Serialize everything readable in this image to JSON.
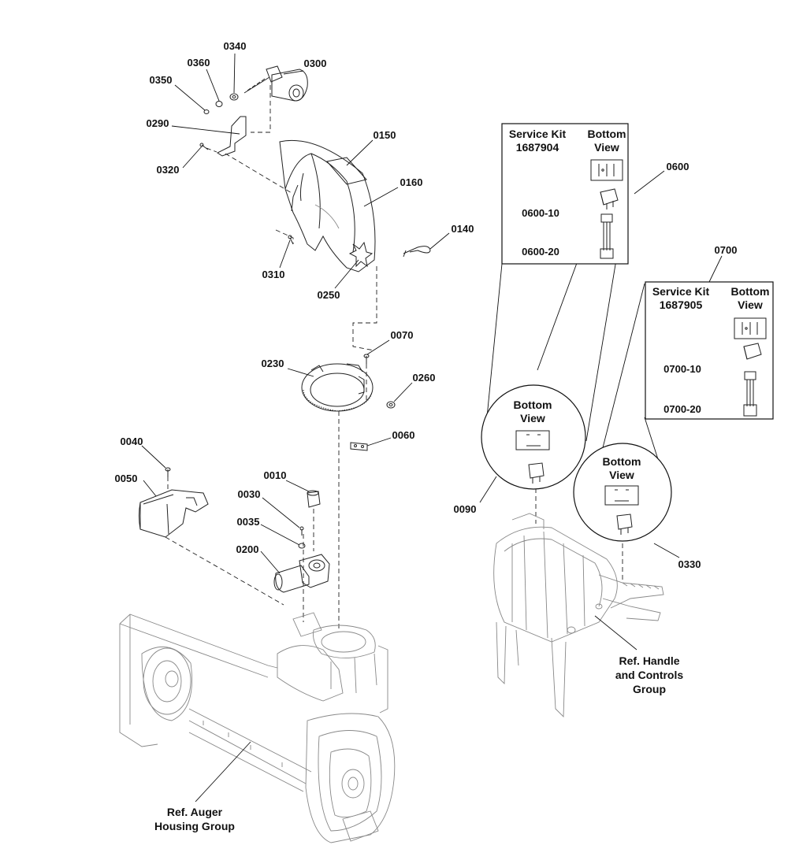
{
  "callouts": {
    "p0340": "0340",
    "p0360": "0360",
    "p0300": "0300",
    "p0350": "0350",
    "p0290": "0290",
    "p0320": "0320",
    "p0150": "0150",
    "p0160": "0160",
    "p0140": "0140",
    "p0310": "0310",
    "p0250": "0250",
    "p0070": "0070",
    "p0230": "0230",
    "p0260": "0260",
    "p0060": "0060",
    "p0040": "0040",
    "p0050": "0050",
    "p0010": "0010",
    "p0030": "0030",
    "p0035": "0035",
    "p0200": "0200",
    "p0600": "0600",
    "p0600_10": "0600-10",
    "p0600_20": "0600-20",
    "p0700": "0700",
    "p0700_10": "0700-10",
    "p0700_20": "0700-20",
    "p0090": "0090",
    "p0330": "0330"
  },
  "kit_0600": {
    "title_line1": "Service Kit",
    "title_line2": "1687904",
    "view_line1": "Bottom",
    "view_line2": "View"
  },
  "kit_0700": {
    "title_line1": "Service Kit",
    "title_line2": "1687905",
    "view_line1": "Bottom",
    "view_line2": "View"
  },
  "detail_0090": {
    "view_line1": "Bottom",
    "view_line2": "View"
  },
  "detail_0330": {
    "view_line1": "Bottom",
    "view_line2": "View"
  },
  "ref_auger": {
    "line1": "Ref. Auger",
    "line2": "Housing Group"
  },
  "ref_handle": {
    "line1": "Ref. Handle",
    "line2": "and Controls",
    "line3": "Group"
  }
}
